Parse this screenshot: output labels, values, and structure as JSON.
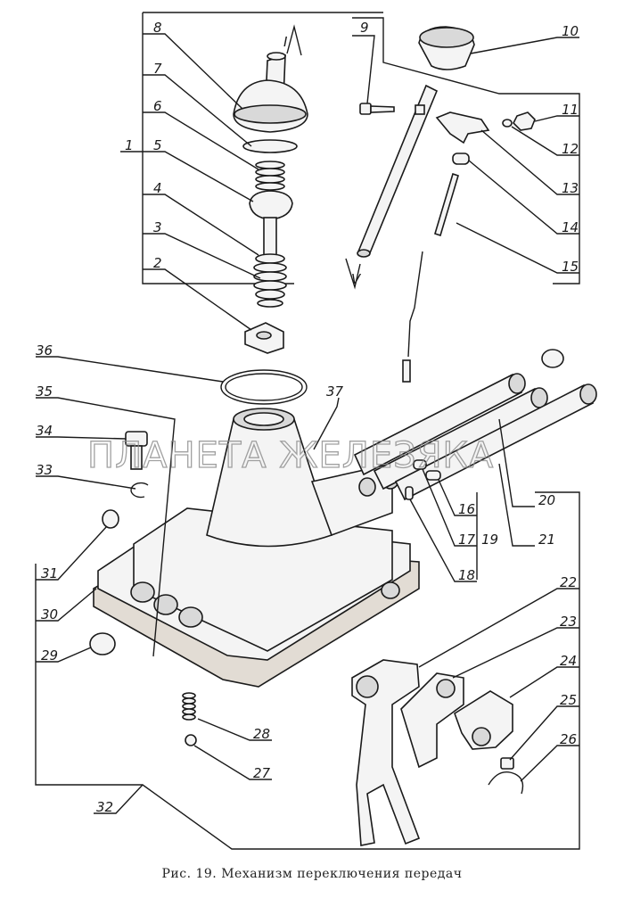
{
  "caption": {
    "fig": "Рис. 19.",
    "title": "Механизм переключения передач"
  },
  "watermark": "ПЛАНЕТА ЖЕЛЕЗЯКА",
  "arrows": [
    "I",
    "V"
  ],
  "callouts": [
    "1",
    "2",
    "3",
    "4",
    "5",
    "6",
    "7",
    "8",
    "9",
    "10",
    "11",
    "12",
    "13",
    "14",
    "15",
    "16",
    "17",
    "18",
    "19",
    "20",
    "21",
    "22",
    "23",
    "24",
    "25",
    "26",
    "27",
    "28",
    "29",
    "30",
    "31",
    "32",
    "33",
    "34",
    "35",
    "36",
    "37"
  ]
}
